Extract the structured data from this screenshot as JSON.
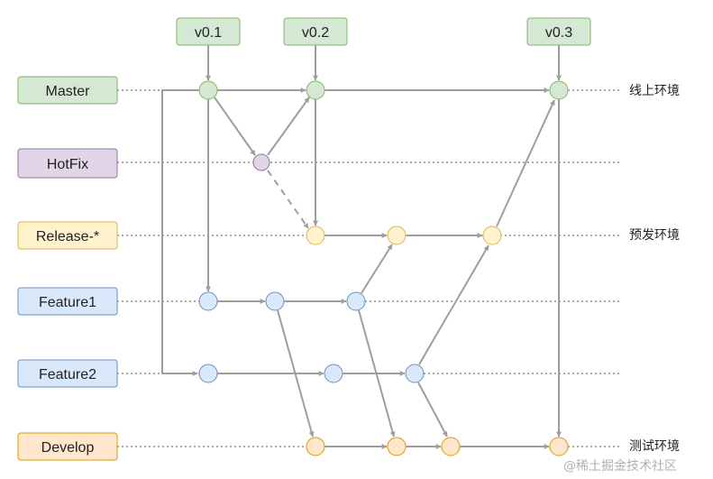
{
  "colors": {
    "green": {
      "fill": "#d5e8d4",
      "stroke": "#82b366"
    },
    "purple": {
      "fill": "#e1d5e7",
      "stroke": "#9673a6"
    },
    "yellow": {
      "fill": "#fff2cc",
      "stroke": "#d6b656"
    },
    "blue": {
      "fill": "#dae8fc",
      "stroke": "#6c8ebf"
    },
    "orange": {
      "fill": "#ffe6cc",
      "stroke": "#d79b00"
    },
    "arrow": "#9e9e9e",
    "dotted": "#555555"
  },
  "branches": [
    {
      "id": "master",
      "label": "Master",
      "color": "green"
    },
    {
      "id": "hotfix",
      "label": "HotFix",
      "color": "purple"
    },
    {
      "id": "release",
      "label": "Release-*",
      "color": "yellow"
    },
    {
      "id": "feature1",
      "label": "Feature1",
      "color": "blue"
    },
    {
      "id": "feature2",
      "label": "Feature2",
      "color": "blue"
    },
    {
      "id": "develop",
      "label": "Develop",
      "color": "orange"
    }
  ],
  "tags": [
    {
      "id": "v01",
      "label": "v0.1"
    },
    {
      "id": "v02",
      "label": "v0.2"
    },
    {
      "id": "v03",
      "label": "v0.3"
    }
  ],
  "environments": [
    {
      "branch": "master",
      "label": "线上环境"
    },
    {
      "branch": "release",
      "label": "预发环境"
    },
    {
      "branch": "develop",
      "label": "测试环境"
    }
  ],
  "watermark": "@稀土掘金技术社区"
}
